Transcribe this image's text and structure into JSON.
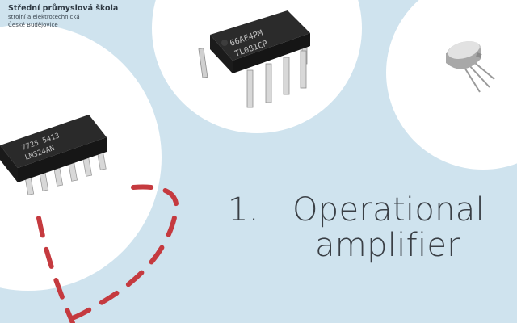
{
  "school": {
    "name": "Střední průmyslová škola",
    "line2": "strojní a elektrotechnická",
    "line3": "České Budějovice"
  },
  "title": {
    "number": "1.",
    "line1": "Operational",
    "line2": "amplifier"
  },
  "chips": {
    "dip14_marking_line1": "7725 5413",
    "dip14_marking_line2": "LM324AN",
    "dip8_marking_line1": "66AE4PM",
    "dip8_marking_line2": "TL081CP"
  },
  "colors": {
    "background": "#cfe3ee",
    "circle": "#ffffff",
    "accent_dash": "#c53a3f",
    "title_text": "#3a3f45"
  }
}
